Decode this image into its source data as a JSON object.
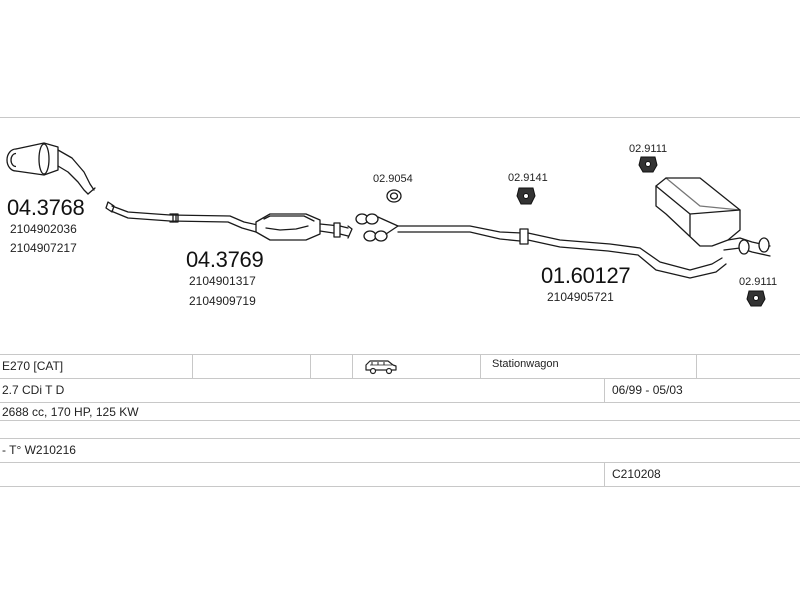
{
  "diagram": {
    "parts": [
      {
        "id": "catalyst",
        "number": "04.3768",
        "oem": [
          "2104902036",
          "2104907217"
        ]
      },
      {
        "id": "center-pipe",
        "number": "04.3769",
        "oem": [
          "2104901317",
          "2104909719"
        ]
      },
      {
        "id": "rear-section",
        "number": "01.60127",
        "oem": [
          "2104905721"
        ]
      }
    ],
    "small_parts": {
      "gasket": "02.9054",
      "hanger_mid": "02.9141",
      "hanger_top": "02.9111",
      "hanger_bottom": "02.9111"
    }
  },
  "info_table": {
    "model": "E270  [CAT]",
    "body_icon": "station-wagon-car-icon",
    "body_type": "Stationwagon",
    "engine": "2.7 CDi T D",
    "production": "06/99 - 05/03",
    "specs": "2688 cc, 170 HP, 125 KW",
    "chassis": "- T° W210216",
    "code": "C210208"
  },
  "colors": {
    "line": "#1a1a1a",
    "grid": "#c8c8c8",
    "fill_light": "#ffffff",
    "fill_dark": "#333333"
  }
}
